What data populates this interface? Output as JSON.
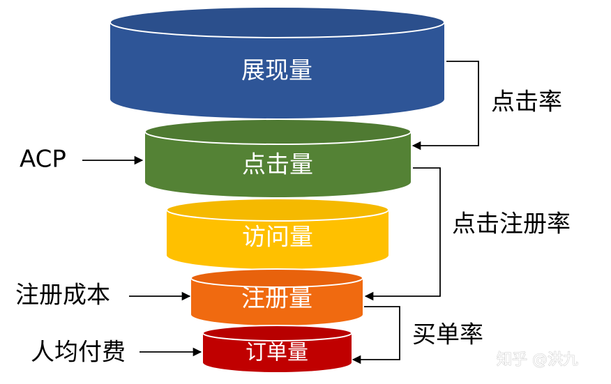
{
  "funnel": {
    "tiers": [
      {
        "label": "展现量",
        "color": "#2e5597",
        "top_color": "#2b4f8c"
      },
      {
        "label": "点击量",
        "color": "#548235",
        "top_color": "#4f7a32"
      },
      {
        "label": "访问量",
        "color": "#ffc000",
        "top_color": "#f5b900"
      },
      {
        "label": "注册量",
        "color": "#f06a10",
        "top_color": "#e8620c"
      },
      {
        "label": "订单量",
        "color": "#c00000",
        "top_color": "#b80000"
      }
    ]
  },
  "left_labels": {
    "acp": "ACP",
    "cost_per_registration": "注册成本",
    "avg_payment": "人均付费"
  },
  "right_labels": {
    "ctr": "点击率",
    "click_registration_rate": "点击注册率",
    "purchase_rate": "买单率"
  },
  "watermark": "知乎 @洪九"
}
